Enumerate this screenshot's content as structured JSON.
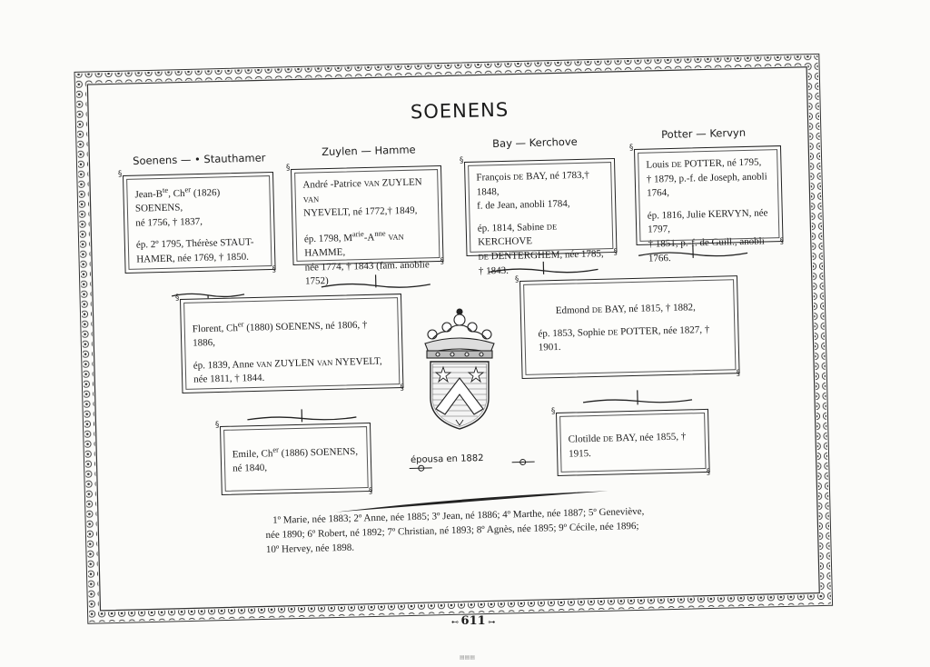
{
  "title": "SOENENS",
  "headers": {
    "soenens": "Soenens — • Stauthamer",
    "zuylen": "Zuylen — Hamme",
    "bay": "Bay — Kerchove",
    "potter": "Potter — Kervyn"
  },
  "boxes": {
    "soenens_stauthamer": {
      "line1": "Jean-B",
      "line1_sup": "te",
      "line1_b": ", Ch",
      "line1_b_sup": "er",
      "line1_c": " (1826) SOENENS,",
      "line2": "né 1756, † 1837,",
      "line3": "ép. 2º 1795, Thérèse STAUT-",
      "line4": "HAMER, née 1769, † 1850."
    },
    "zuylen_hamme": {
      "line1a": "André -Patrice ",
      "line1b": "VAN",
      "line1c": " ZUYLEN ",
      "line1d": "VAN",
      "line2": "NYEVELT, né 1772,† 1849,",
      "line3a": "ép. 1798, M",
      "line3_sup": "arie",
      "line3b": "-A",
      "line3_sup2": "nne",
      "line3c": " ",
      "line3d": "VAN",
      "line3e": " HAMME,",
      "line4": "née 1774, † 1843 (fam. anoblie",
      "line5": "1752)"
    },
    "bay_kerchove": {
      "line1a": "François ",
      "line1b": "DE",
      "line1c": " BAY, né 1783,† 1848,",
      "line2": "f. de Jean, anobli 1784,",
      "line3a": "ép. 1814, Sabine ",
      "line3b": "DE",
      "line3c": " KERCHOVE",
      "line4a": "DE",
      "line4b": " DENTERGHEM, née 1785,",
      "line5": "† 1843."
    },
    "potter_kervyn": {
      "line1a": "Louis ",
      "line1b": "DE",
      "line1c": " POTTER, né 1795,",
      "line2": "† 1879, p.-f. de Joseph, anobli",
      "line3": "1764,",
      "line4": "ép. 1816, Julie KERVYN, née 1797,",
      "line5": "† 1851, p.-f. de Guill., anobli",
      "line6": "1766."
    },
    "florent": {
      "line1a": "Florent, Ch",
      "line1_sup": "er",
      "line1b": " (1880) SOENENS, né 1806, † 1886,",
      "line2a": "ép. 1839, Anne ",
      "line2b": "VAN",
      "line2c": " ZUYLEN ",
      "line2d": "VAN",
      "line2e": " NYEVELT,",
      "line3": "née 1811, † 1844."
    },
    "edmond": {
      "line1a": "Edmond ",
      "line1b": "DE",
      "line1c": " BAY, né 1815, † 1882,",
      "line2a": "ép. 1853, Sophie ",
      "line2b": "DE",
      "line2c": " POTTER, née 1827, † 1901."
    },
    "emile": {
      "line1a": "Emile, Ch",
      "line1_sup": "er",
      "line1b": " (1886) SOENENS,",
      "line2": "né 1840,"
    },
    "clotilde": {
      "line1a": "Clotilde ",
      "line1b": "DE",
      "line1c": " BAY, née 1855, † 1915."
    }
  },
  "married_label": "épousa en 1882",
  "children": {
    "line1": "1º Marie, née 1883; 2º Anne, née 1885; 3º Jean, né 1886; 4º Marthe, née 1887; 5º Geneviève,",
    "line2": "née 1890; 6º Robert, né 1892; 7º Christian, né 1893; 8º Agnès, née 1895; 9º Cécile, née 1896;",
    "line3": "10º Hervey, née 1898."
  },
  "page_number": "611",
  "colors": {
    "ink": "#1c1c1c",
    "paper": "#fbfbf9"
  },
  "icons": [
    "coat-of-arms",
    "crown",
    "ornamental-border"
  ]
}
